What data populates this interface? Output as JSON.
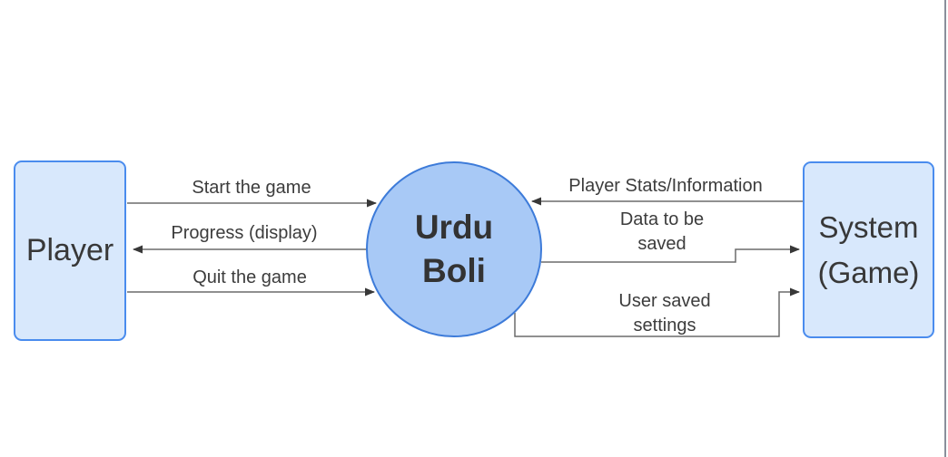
{
  "diagram": {
    "type": "data-flow-diagram",
    "entities": {
      "player": {
        "label": "Player"
      },
      "process": {
        "line1": "Urdu",
        "line2": "Boli"
      },
      "system": {
        "line1": "System",
        "line2": "(Game)"
      }
    },
    "flows": {
      "start_game": {
        "label": "Start the game",
        "from": "Player",
        "to": "Urdu Boli"
      },
      "progress_display": {
        "label": "Progress (display)",
        "from": "Urdu Boli",
        "to": "Player"
      },
      "quit_game": {
        "label": "Quit the game",
        "from": "Player",
        "to": "Urdu Boli"
      },
      "player_stats": {
        "label": "Player Stats/Information",
        "from": "System (Game)",
        "to": "Urdu Boli"
      },
      "data_saved": {
        "line1": "Data to be",
        "line2": "saved",
        "from": "Urdu Boli",
        "to": "System (Game)"
      },
      "user_settings": {
        "line1": "User saved",
        "line2": "settings",
        "from": "Urdu Boli",
        "to": "System (Game)"
      }
    },
    "colors": {
      "entity_fill": "#D8E8FC",
      "entity_border": "#4A8CEE",
      "process_fill": "#A8C9F6",
      "process_border": "#3D7BD9",
      "connector_line": "#6B6B6B",
      "arrowhead": "#383838",
      "label_text": "#3C3C3C",
      "shape_text": "#383838",
      "page_border": "#8A8F9B"
    }
  }
}
